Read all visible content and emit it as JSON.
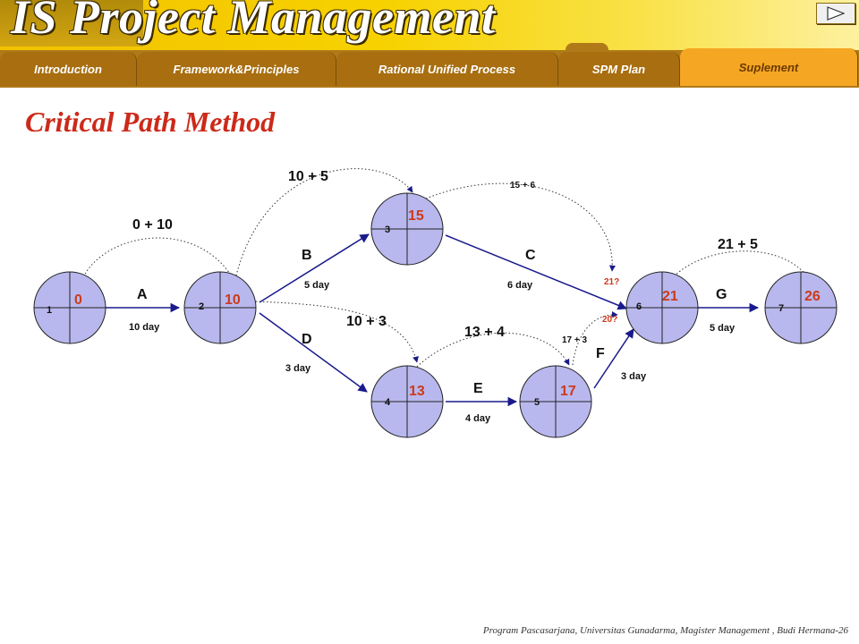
{
  "header": {
    "app_title": "IS Project Management",
    "tabs": [
      {
        "label": "Introduction",
        "active": false
      },
      {
        "label": "Framework&Principles",
        "active": false
      },
      {
        "label": "Rational Unified Process",
        "active": false
      },
      {
        "label": "SPM Plan",
        "active": false
      },
      {
        "label": "Suplement",
        "active": true
      }
    ]
  },
  "page": {
    "title": "Critical Path Method"
  },
  "network": {
    "nodes": [
      {
        "id": "1",
        "early_start": "0"
      },
      {
        "id": "2",
        "early_start": "10"
      },
      {
        "id": "3",
        "early_start": "15"
      },
      {
        "id": "4",
        "early_start": "13"
      },
      {
        "id": "5",
        "early_start": "17"
      },
      {
        "id": "6",
        "early_start": "21"
      },
      {
        "id": "7",
        "early_start": "26"
      }
    ],
    "activities": [
      {
        "name": "A",
        "duration": "10 day",
        "sum": "0 + 10"
      },
      {
        "name": "B",
        "duration": "5 day",
        "sum": "10 + 5"
      },
      {
        "name": "C",
        "duration": "6 day",
        "sum": "15 + 6"
      },
      {
        "name": "D",
        "duration": "3 day",
        "sum": "10 + 3"
      },
      {
        "name": "E",
        "duration": "4 day",
        "sum": "13 + 4"
      },
      {
        "name": "F",
        "duration": "3 day",
        "sum": "17 + 3"
      },
      {
        "name": "G",
        "duration": "5 day",
        "sum": "21 + 5"
      }
    ],
    "candidates": {
      "from_c": "21?",
      "from_f": "20?"
    }
  },
  "colors": {
    "node_fill": "#b8b8ee",
    "arrow": "#1a1a8c",
    "value_red": "#cc3a1a",
    "title_red": "#cc2a1a"
  },
  "footer": "Program Pascasarjana, Universitas Gunadarma, Magister Management ,  Budi Hermana-26"
}
